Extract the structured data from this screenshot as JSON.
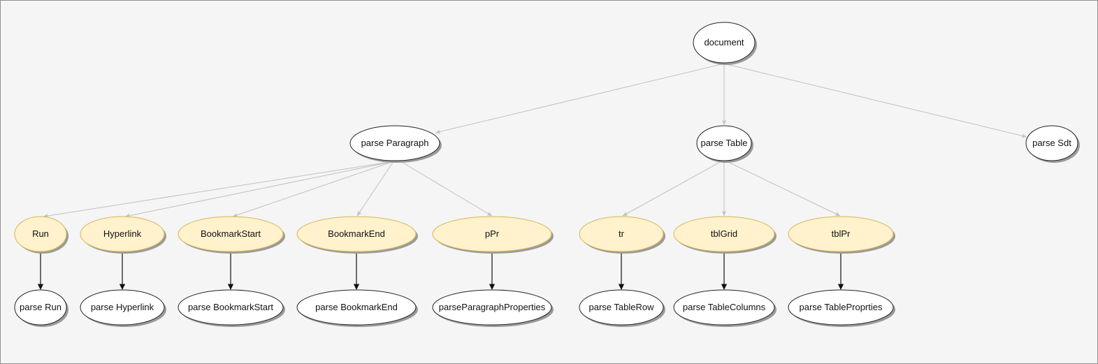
{
  "colors": {
    "background": "#f5f5f5",
    "plain_fill": "#ffffff",
    "plain_stroke": "#222222",
    "tag_fill": "#fff2cc",
    "tag_stroke": "#d6b656",
    "shadow": "#9a9a9a",
    "edge_gray": "#c0c0c0",
    "edge_black": "#111111"
  },
  "nodes": {
    "document": "document",
    "parse_paragraph": "parse Paragraph",
    "parse_table": "parse Table",
    "parse_sdt": "parse Sdt",
    "run": "Run",
    "hyperlink": "Hyperlink",
    "bookmark_start": "BookmarkStart",
    "bookmark_end": "BookmarkEnd",
    "ppr": "pPr",
    "tr": "tr",
    "tblgrid": "tblGrid",
    "tblpr": "tblPr",
    "parse_run": "parse Run",
    "parse_hyperlink": "parse Hyperlink",
    "parse_bookmark_start": "parse BookmarkStart",
    "parse_bookmark_end": "parse BookmarkEnd",
    "parse_paragraph_properties": "parseParagraphProperties",
    "parse_table_row": "parse TableRow",
    "parse_table_columns": "parse TableColumns",
    "parse_table_properties": "parse TableProprties"
  }
}
